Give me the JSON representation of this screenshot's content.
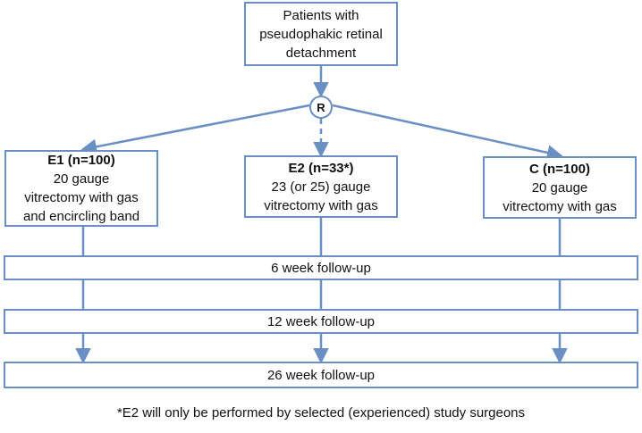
{
  "colors": {
    "stroke": "#6a8fc2",
    "text": "#111111",
    "background": "#ffffff"
  },
  "top_box": {
    "lines": [
      "Patients with",
      "pseudophakic retinal",
      "detachment"
    ]
  },
  "randomization": {
    "label": "R"
  },
  "arms": [
    {
      "id": "E1",
      "heading": "E1 (n=100)",
      "lines": [
        "20 gauge",
        "vitrectomy with gas",
        "and encircling band"
      ],
      "arrow_style": "solid"
    },
    {
      "id": "E2",
      "heading": "E2 (n=33*)",
      "lines": [
        "23 (or 25) gauge",
        "vitrectomy with gas"
      ],
      "arrow_style": "dashed"
    },
    {
      "id": "C",
      "heading": "C (n=100)",
      "lines": [
        "20 gauge",
        "vitrectomy with gas"
      ],
      "arrow_style": "solid"
    }
  ],
  "followups": [
    {
      "label": "6 week follow-up"
    },
    {
      "label": "12 week follow-up"
    },
    {
      "label": "26 week follow-up"
    }
  ],
  "footnote": "*E2 will only be performed by selected (experienced) study surgeons"
}
